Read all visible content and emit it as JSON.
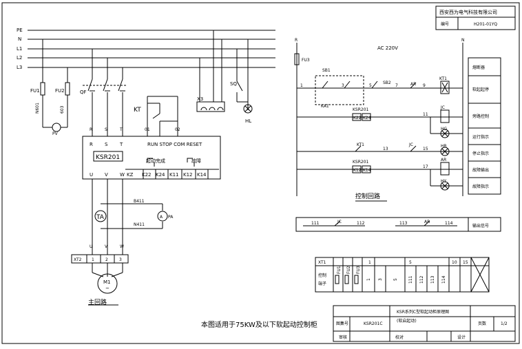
{
  "title_block": {
    "company": "西安西为电气科技有限公司",
    "number_label": "编号",
    "number_value": "H201-01YQ",
    "drawing_name": "KSR系列C型软起动柜原理图",
    "drawing_sub": "(软启起动)",
    "atlas_label": "图集号",
    "atlas_value": "KSR201C",
    "page_label": "页数",
    "page_value": "1/2",
    "review_label": "审核",
    "check_label": "校对",
    "design_label": "设计"
  },
  "caption": "本图适用于75KW及以下软起动控制柜",
  "main_circuit": {
    "title": "主回路",
    "buses": [
      "PE",
      "N",
      "L1",
      "L2",
      "L3"
    ],
    "fu1": "FU1",
    "fu2": "FU2",
    "n601": "N601",
    "n603": "603",
    "pv": "PV",
    "qf": "QF",
    "kt": "KT",
    "x3": "X3",
    "sq": "SQ",
    "hl": "HL",
    "rst": [
      "R",
      "S",
      "T"
    ],
    "rst2": [
      "R",
      "S",
      "T"
    ],
    "terminal_01": "01",
    "terminal_02": "02",
    "run_stop": "RUN STOP COM RESET",
    "ksr": "KSR201",
    "started": "起动完成",
    "fault": "故障",
    "kterms": [
      "K22",
      "K24",
      "K11",
      "K12",
      "K14"
    ],
    "kz": "KZ",
    "uvw": [
      "U",
      "V",
      "W"
    ],
    "uvw2": [
      "U",
      "V",
      "W"
    ],
    "ta": "TA",
    "pa": "PA",
    "b411": "B411",
    "n411": "N411",
    "xt2": "XT2",
    "xt2_terms": [
      "1",
      "2",
      "3"
    ],
    "motor": "M1",
    "motor_sym": "~"
  },
  "control_circuit": {
    "title": "控制回路",
    "r": "R",
    "fu3": "FU3",
    "n": "N",
    "ac": "AC 220V",
    "sb1": "SB1",
    "sb2": "SB2",
    "ka1": "KA1",
    "ar": "AR",
    "kt1": "KT1",
    "ksr201a": "KSR201",
    "ksr201b": "KSR201",
    "kterm_a": [
      "K22",
      "K24"
    ],
    "kterm_b": [
      "K12",
      "K14"
    ],
    "jc": "JC",
    "jc2": "JC",
    "hg": "HG",
    "hr": "HR",
    "ar2": "AR",
    "hy": "HY",
    "kt1b": "KT1",
    "wires": [
      "1",
      "3",
      "5",
      "7",
      "9",
      "11",
      "13",
      "15",
      "17"
    ]
  },
  "functions": [
    "熔断器",
    "软起起停",
    "旁路控制",
    "运行指示",
    "停止指示",
    "故障输出",
    "故障指示"
  ],
  "output_signal": {
    "label": "输出信号",
    "wires": [
      "111",
      "112",
      "113",
      "114"
    ],
    "jc": "JC",
    "ar": "AR"
  },
  "terminal_table": {
    "header": "XT1",
    "row_label": "控制\n端子",
    "cols": [
      "FU1",
      "FU2",
      "FU3",
      "1",
      "3",
      "5",
      "111",
      "112",
      "113",
      "114"
    ],
    "top_marks": [
      "1",
      "5",
      "10",
      "15"
    ]
  }
}
